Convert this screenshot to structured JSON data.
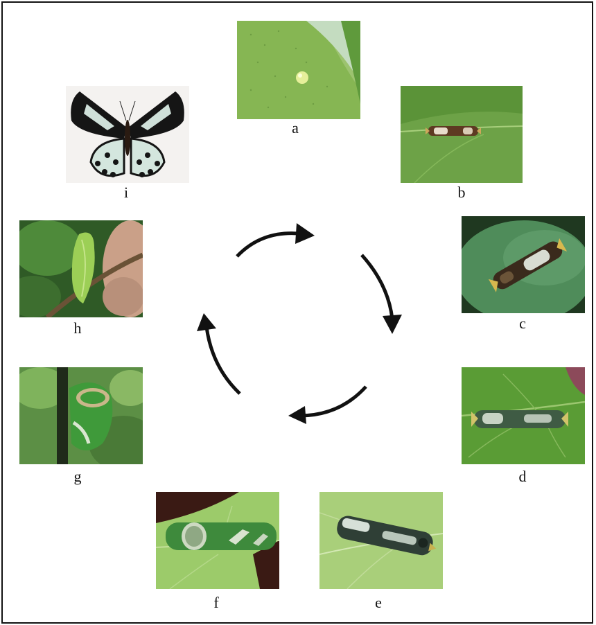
{
  "figure": {
    "stages": [
      {
        "id": "a",
        "label": "a",
        "photo": "egg-on-leaf"
      },
      {
        "id": "b",
        "label": "b",
        "photo": "first-instar-larva"
      },
      {
        "id": "c",
        "label": "c",
        "photo": "second-instar-larva"
      },
      {
        "id": "d",
        "label": "d",
        "photo": "third-instar-larva"
      },
      {
        "id": "e",
        "label": "e",
        "photo": "fourth-instar-larva"
      },
      {
        "id": "f",
        "label": "f",
        "photo": "fifth-instar-larva"
      },
      {
        "id": "g",
        "label": "g",
        "photo": "prepupa"
      },
      {
        "id": "h",
        "label": "h",
        "photo": "pupa"
      },
      {
        "id": "i",
        "label": "i",
        "photo": "adult-butterfly"
      }
    ],
    "cycle": {
      "arrows": 4,
      "direction": "clockwise",
      "arrow_color": "#111111"
    },
    "colors": {
      "leaf": "#7fb24f",
      "leaf_dark": "#3f7a2f",
      "frame": "#111111"
    }
  }
}
